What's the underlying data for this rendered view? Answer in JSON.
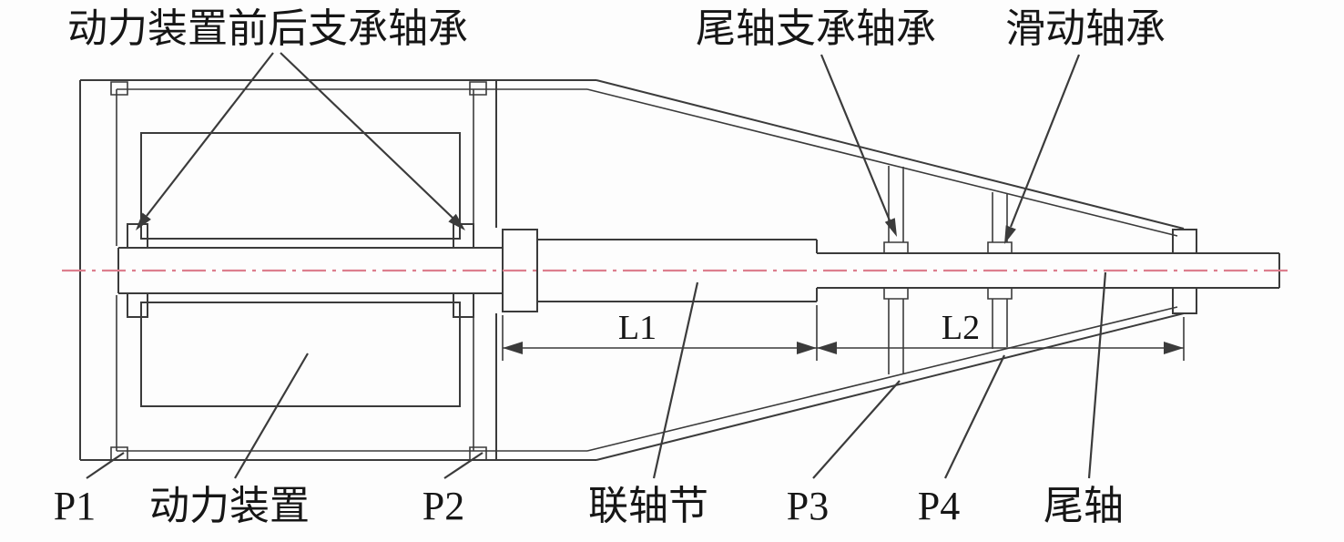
{
  "figure": {
    "background": "#fdfdfd",
    "colors": {
      "line": "#3b3b3b",
      "centerline": "#dd7f8e",
      "text": "#161616"
    },
    "labels": {
      "power_unit_bearings": "动力装置前后支承轴承",
      "tail_shaft_support_bearing": "尾轴支承轴承",
      "sliding_bearing": "滑动轴承",
      "p1": "P1",
      "power_unit": "动力装置",
      "p2": "P2",
      "coupling": "联轴节",
      "p3": "P3",
      "p4": "P4",
      "tail_shaft": "尾轴"
    },
    "dimensions": {
      "l1": "L1",
      "l2": "L2"
    }
  }
}
